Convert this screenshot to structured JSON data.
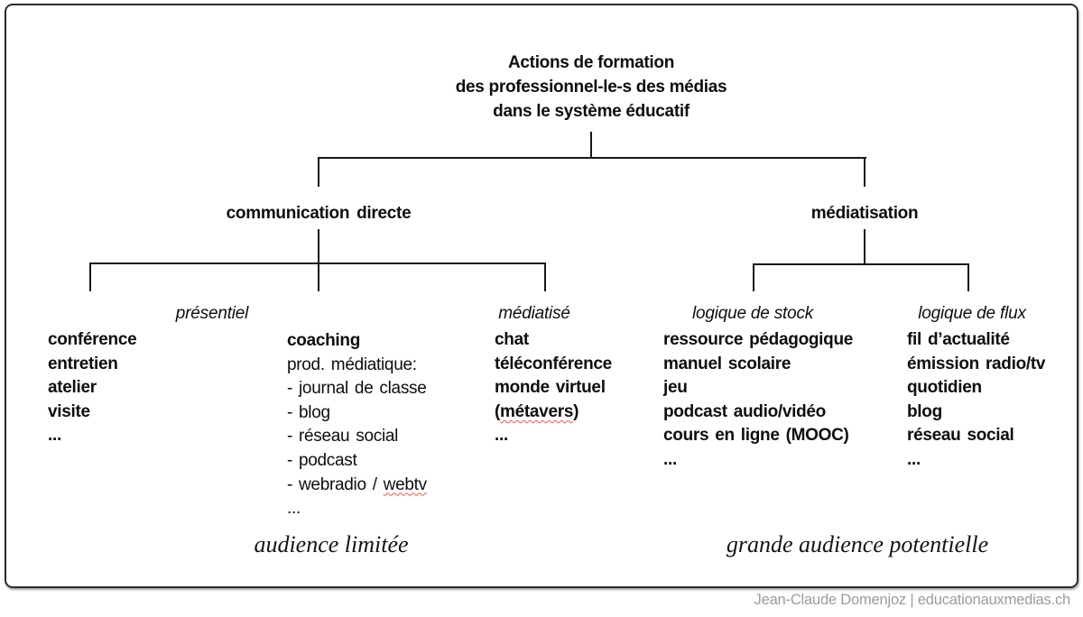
{
  "diagram": {
    "title": {
      "line1": "Actions de formation",
      "line2": "des professionnel-le-s des médias",
      "line3": "dans le système éducatif"
    },
    "level1": {
      "left_label": "communication directe",
      "right_label": "médiatisation"
    },
    "groups": {
      "presentiel": {
        "header": "présentiel",
        "item1": "conférence",
        "item2": "entretien",
        "item3": "atelier",
        "item4": "visite",
        "item5": "..."
      },
      "production": {
        "item1": "coaching",
        "item2": "prod. médiatique:",
        "item3": "- journal de classe",
        "item4": "- blog",
        "item5": "- réseau social",
        "item6": "- podcast",
        "item7_prefix": "- webradio / ",
        "item7_wavy": "webtv",
        "item8": "..."
      },
      "mediatise": {
        "header": "médiatisé",
        "item1": "chat",
        "item2": "téléconférence",
        "item3": "monde virtuel",
        "item4_prefix": "(",
        "item4_wavy": "métavers",
        "item4_suffix": ")",
        "item5": "..."
      },
      "stock": {
        "header": "logique de stock",
        "item1": "ressource pédagogique",
        "item2": "manuel scolaire",
        "item3": "jeu",
        "item4": "podcast audio/vidéo",
        "item5": "cours en ligne (MOOC)",
        "item6": "..."
      },
      "flux": {
        "header": "logique de flux",
        "item1": "fil d’actualité",
        "item2": "émission radio/tv",
        "item3": "quotidien",
        "item4": "blog",
        "item5": "réseau social",
        "item6": "..."
      }
    },
    "annotations": {
      "left": "audience limitée",
      "right": "grande audience potentielle"
    },
    "footer": {
      "credit": "Jean-Claude Domenjoz | educationauxmedias.ch"
    },
    "colors": {
      "line": "#161616",
      "spellcheck_underline": "#ff5147",
      "footer_text": "#9b9b9b",
      "frame_border": "#2b2b2b"
    }
  }
}
